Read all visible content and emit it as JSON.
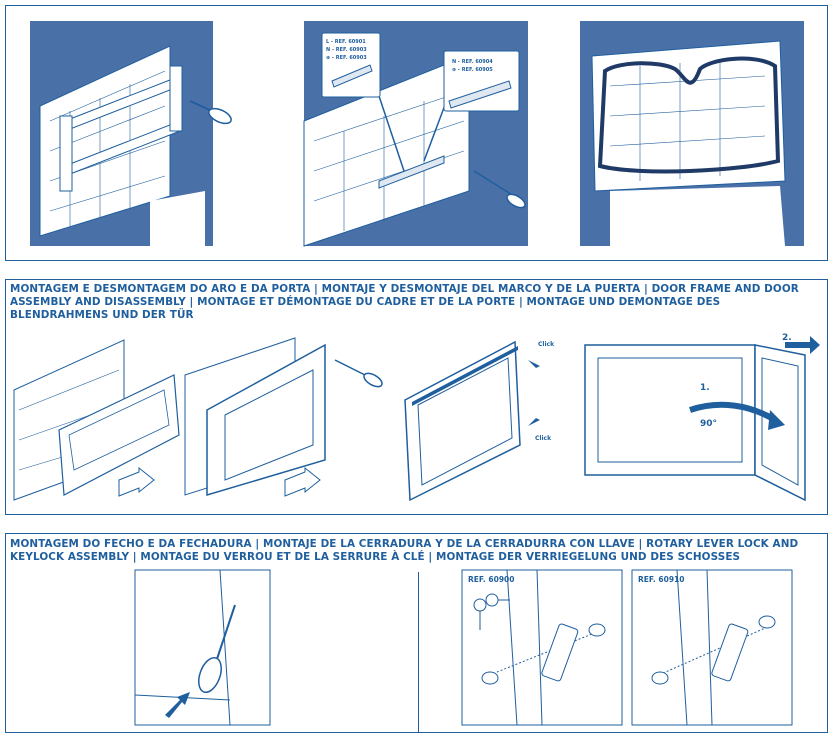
{
  "section_door": {
    "heading": "MONTAGEM E DESMONTAGEM DO ARO E DA PORTA | MONTAJE Y DESMONTAJE DEL MARCO Y DE LA PUERTA | DOOR FRAME AND DOOR ASSEMBLY AND DISASSEMBLY | MONTAGE ET DÉMONTAGE DU CADRE ET DE LA PORTE | MONTAGE UND DEMONTAGE DES BLENDRAHMENS UND DER TÜR",
    "click_label": "Click",
    "step1": "1.",
    "step2": "2.",
    "angle": "90°"
  },
  "section_lock": {
    "heading": "MONTAGEM DO FECHO E DA FECHADURA | MONTAJE DE LA CERRADURA Y DE LA CERRADURRA CON LLAVE | ROTARY LEVER LOCK AND KEYLOCK ASSEMBLY | MONTAGE DU VERROU ET DE LA SERRURE À CLÉ | MONTAGE DER VERRIEGELUNG UND DES SCHOSSES",
    "ref_keylock": "REF. 60900",
    "ref_lever": "REF. 60910"
  },
  "rails": {
    "left_items": [
      "L - REF. 60901",
      "N - REF. 60903",
      "⊕ - REF. 60903"
    ],
    "right_items": [
      "N - REF. 60904",
      "⊕ - REF. 60905"
    ]
  },
  "colors": {
    "accent": "#1f5f9e",
    "illustration_bg": "#4a70a8"
  }
}
